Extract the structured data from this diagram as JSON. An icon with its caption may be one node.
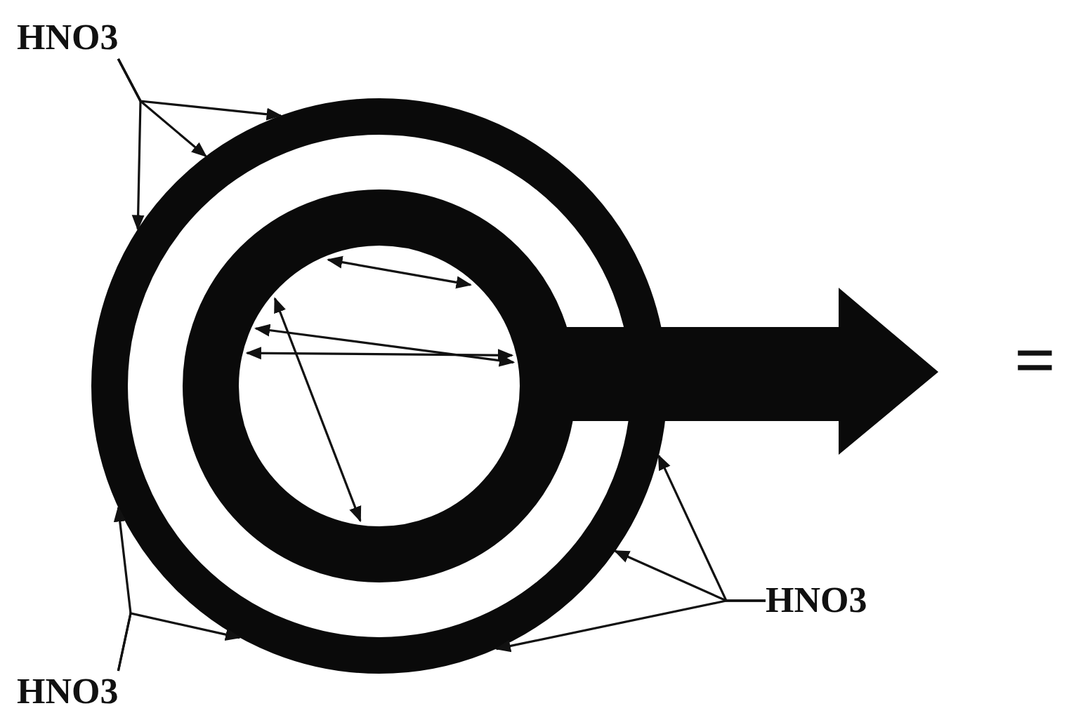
{
  "diagram": {
    "nodes": [
      {
        "text": [
          "HNO3"
        ]
      },
      {
        "text": [],
        "shape": "circle"
      },
      {
        "text": [],
        "shape": "circle",
        "in": 1
      },
      {
        "text": [
          "HNO3"
        ]
      },
      {
        "text": [
          "HNO3"
        ]
      }
    ],
    "edges": [
      {
        "from": 0,
        "to": 1,
        "arrow": "to"
      },
      {
        "from": 0,
        "to": 1,
        "arrow": "to"
      },
      {
        "from": 0,
        "to": 1,
        "arrow": "to"
      },
      {
        "from": 3,
        "to": 1,
        "arrow": "to"
      },
      {
        "from": 3,
        "to": 1,
        "arrow": "to"
      },
      {
        "from": 3,
        "to": 1,
        "arrow": "to"
      },
      {
        "from": 4,
        "to": 1,
        "arrow": "to"
      },
      {
        "from": 4,
        "to": 1,
        "arrow": "to"
      }
    ],
    "labels": [
      "="
    ]
  }
}
